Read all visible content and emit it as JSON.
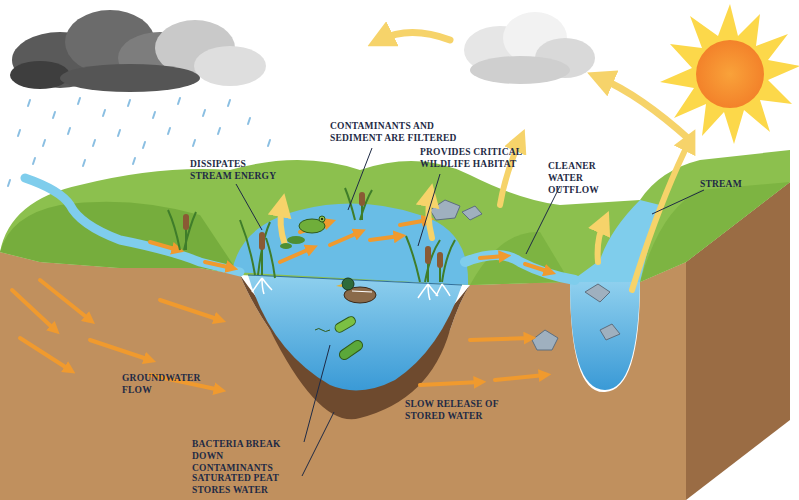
{
  "diagram": {
    "labels": [
      "DISSIPATES STREAM ENERGY",
      "CONTAMINANTS AND SEDIMENT ARE FILTERED",
      "PROVIDES CRITICAL WILDLIFE HABITAT",
      "CLEANER WATER OUTFLOW",
      "STREAM",
      "GROUNDWATER FLOW",
      "SLOW RELEASE OF STORED WATER",
      "BACTERIA BREAK DOWN CONTAMINANTS",
      "SATURATED PEAT STORES WATER"
    ]
  }
}
